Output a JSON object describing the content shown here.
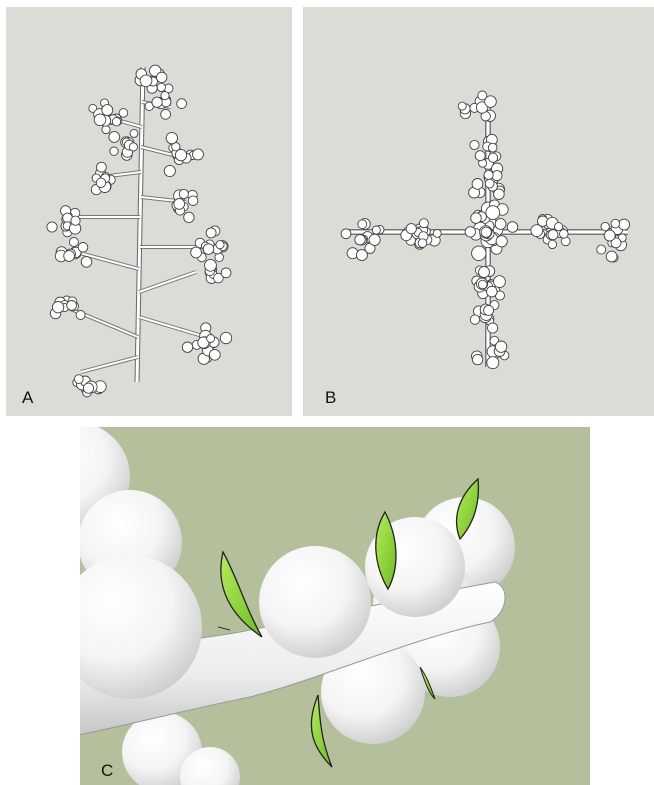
{
  "panels": {
    "a": {
      "label": "A"
    },
    "b": {
      "label": "B"
    },
    "c": {
      "label": "C"
    }
  },
  "colors": {
    "panel_background": "#dcdbd6",
    "closeup_background": "#b4c09c",
    "sphere_fill": "#ffffff",
    "outline": "#333333",
    "leaf_green": "#8fd33a"
  }
}
